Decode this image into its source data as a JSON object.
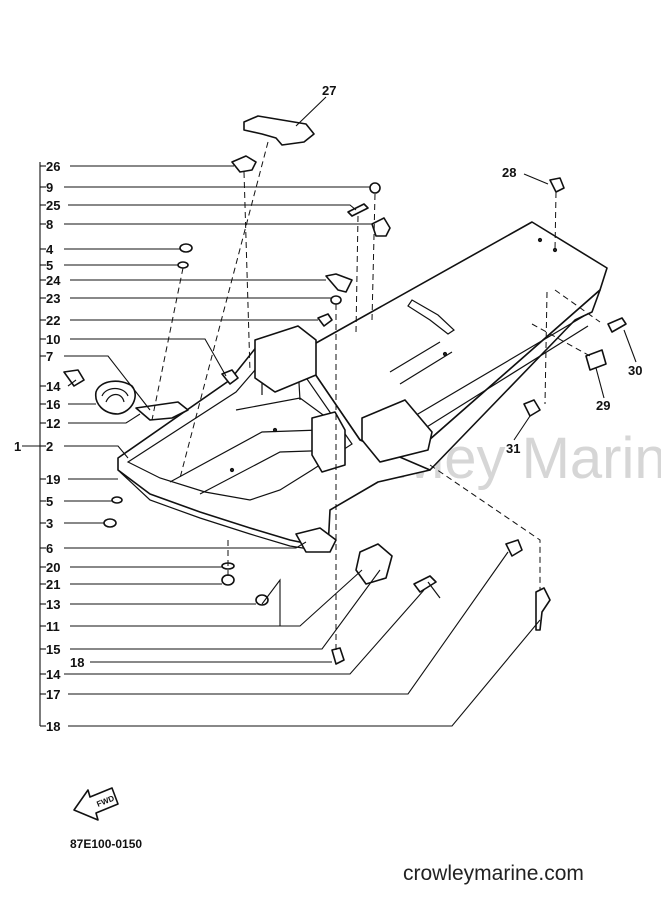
{
  "watermark": "Crowley Marine",
  "diagram_code": "87E100-0150",
  "site": "crowleymarine.com",
  "fwd_label": "FWD",
  "bracket_label": "1",
  "left_callouts": [
    {
      "id": "26",
      "label": "26"
    },
    {
      "id": "9",
      "label": "9"
    },
    {
      "id": "25",
      "label": "25"
    },
    {
      "id": "8",
      "label": "8"
    },
    {
      "id": "4",
      "label": "4"
    },
    {
      "id": "5a",
      "label": "5"
    },
    {
      "id": "24",
      "label": "24"
    },
    {
      "id": "23",
      "label": "23"
    },
    {
      "id": "22",
      "label": "22"
    },
    {
      "id": "10",
      "label": "10"
    },
    {
      "id": "7",
      "label": "7"
    },
    {
      "id": "14a",
      "label": "14"
    },
    {
      "id": "16",
      "label": "16"
    },
    {
      "id": "12",
      "label": "12"
    },
    {
      "id": "2",
      "label": "2"
    },
    {
      "id": "19",
      "label": "19"
    },
    {
      "id": "5b",
      "label": "5"
    },
    {
      "id": "3",
      "label": "3"
    },
    {
      "id": "6",
      "label": "6"
    },
    {
      "id": "20",
      "label": "20"
    },
    {
      "id": "21",
      "label": "21"
    },
    {
      "id": "13",
      "label": "13"
    },
    {
      "id": "11",
      "label": "11"
    },
    {
      "id": "15",
      "label": "15"
    },
    {
      "id": "18a",
      "label": "18"
    },
    {
      "id": "14b",
      "label": "14"
    },
    {
      "id": "17",
      "label": "17"
    },
    {
      "id": "18b",
      "label": "18"
    }
  ],
  "right_callouts": [
    {
      "id": "27",
      "label": "27"
    },
    {
      "id": "28",
      "label": "28"
    },
    {
      "id": "30",
      "label": "30"
    },
    {
      "id": "29",
      "label": "29"
    },
    {
      "id": "31",
      "label": "31"
    }
  ]
}
